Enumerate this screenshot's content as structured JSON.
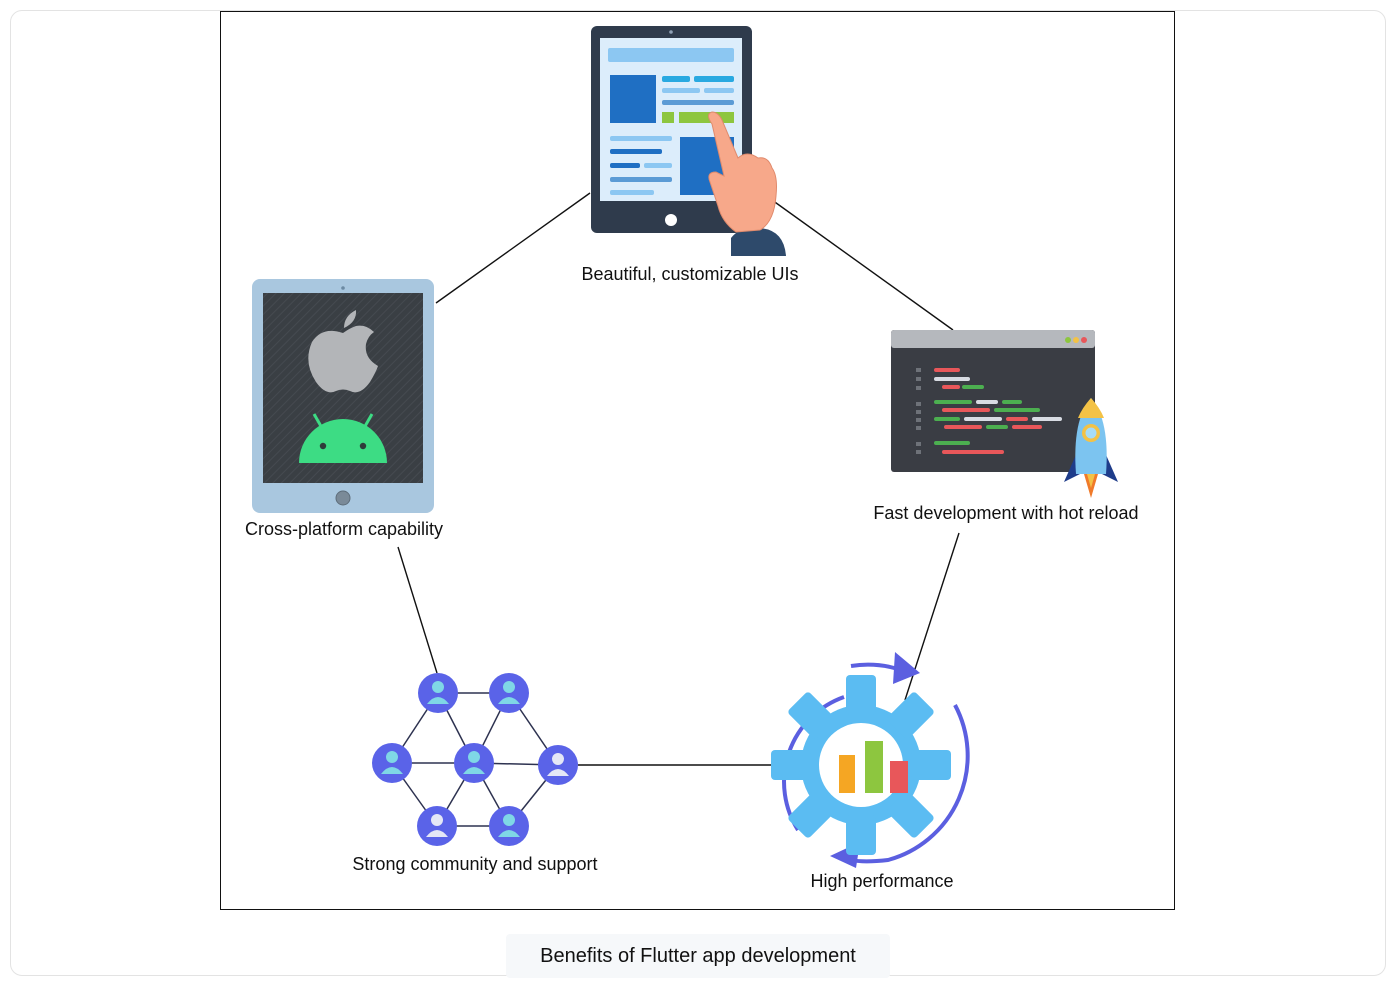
{
  "diagram": {
    "nodes": [
      {
        "id": "ui",
        "label": "Beautiful, customizable UIs",
        "icon": "tablet-touch-icon"
      },
      {
        "id": "hot_reload",
        "label": "Fast development with hot reload",
        "icon": "code-editor-rocket-icon"
      },
      {
        "id": "performance",
        "label": "High performance",
        "icon": "gear-chart-icon"
      },
      {
        "id": "community",
        "label": "Strong community and support",
        "icon": "people-network-icon"
      },
      {
        "id": "cross_platform",
        "label": "Cross-platform capability",
        "icon": "tablet-apple-android-icon"
      }
    ],
    "edges": [
      [
        "ui",
        "hot_reload"
      ],
      [
        "hot_reload",
        "performance"
      ],
      [
        "performance",
        "community"
      ],
      [
        "community",
        "cross_platform"
      ],
      [
        "cross_platform",
        "ui"
      ]
    ]
  },
  "caption": "Benefits of Flutter app development"
}
